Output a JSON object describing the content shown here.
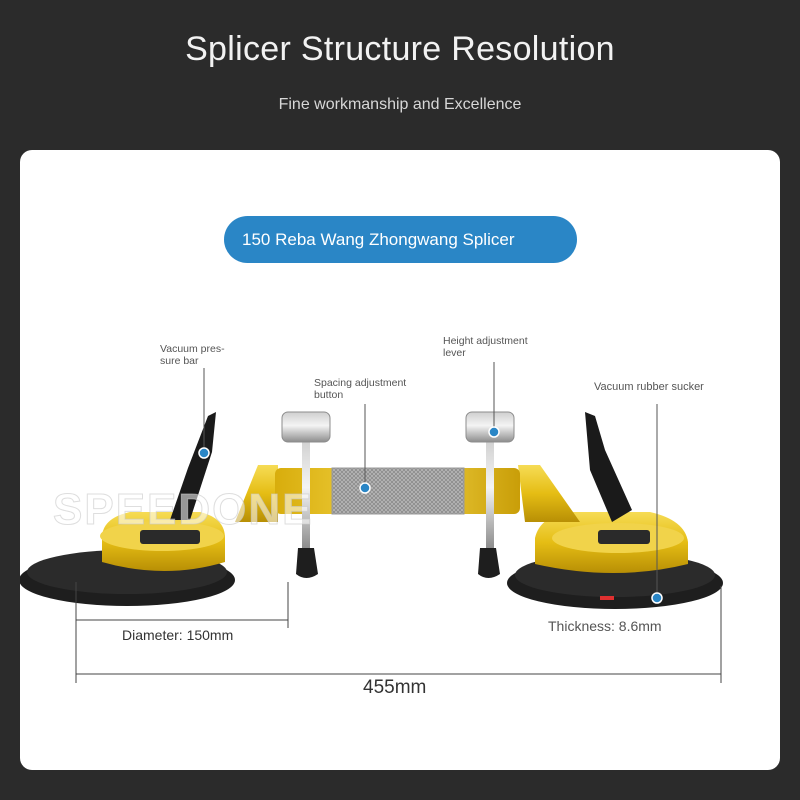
{
  "header": {
    "title": "Splicer Structure Resolution",
    "subtitle": "Fine workmanship and Excellence"
  },
  "product": {
    "name_badge": "150 Reba Wang Zhongwang Splicer",
    "watermark": "SPEEDONE"
  },
  "callouts": {
    "vacuum_pressure_bar": [
      "Vacuum pres-",
      "sure bar"
    ],
    "spacing_adjustment_button": [
      "Spacing adjustment",
      "button"
    ],
    "height_adjustment_lever": [
      "Height adjustment",
      "lever"
    ],
    "vacuum_rubber_sucker": "Vacuum rubber sucker"
  },
  "dimensions": {
    "diameter": "Diameter: 150mm",
    "thickness": "Thickness: 8.6mm",
    "total_length": "455mm"
  },
  "colors": {
    "background": "#2b2b2b",
    "card": "#ffffff",
    "badge": "#2a86c6",
    "callout_dot": "#2a86c6",
    "metal_gold": "#e8c21a",
    "rubber": "#1e1e1e"
  }
}
